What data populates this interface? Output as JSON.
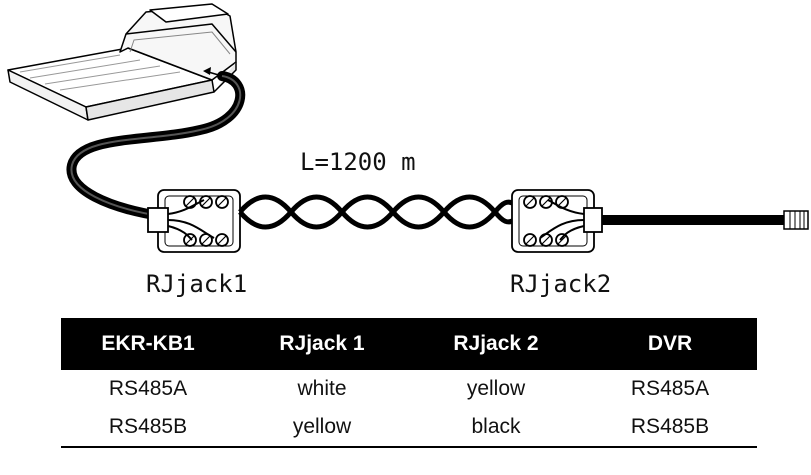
{
  "diagram": {
    "cable_length": "L=1200 m",
    "jack1_label": "RJjack1",
    "jack2_label": "RJjack2",
    "icons": [
      "keyboard-icon",
      "rj-jack-icon",
      "twisted-pair-cable-icon",
      "rj45-plug-icon"
    ]
  },
  "wiring_table": {
    "headers": [
      "EKR-KB1",
      "RJjack 1",
      "RJjack 2",
      "DVR"
    ],
    "rows": [
      [
        "RS485A",
        "white",
        "yellow",
        "RS485A"
      ],
      [
        "RS485B",
        "yellow",
        "black",
        "RS485B"
      ]
    ]
  }
}
